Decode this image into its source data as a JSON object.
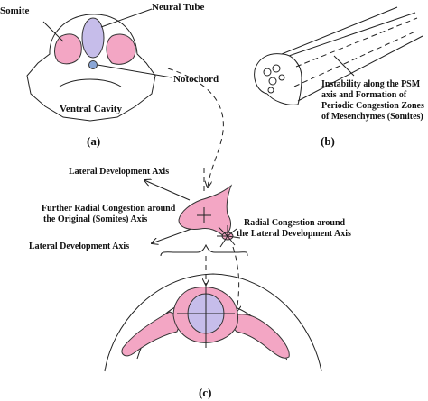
{
  "colors": {
    "somite_pink": "#f3a6c4",
    "neural_tube_lavender": "#c6bdea",
    "notochord_blue": "#8aa6d6",
    "ink": "#222222"
  },
  "panel_a": {
    "somite": "Somite",
    "neural_tube": "Neural Tube",
    "notochord": "Notochord",
    "ventral_cavity": "Ventral Cavity",
    "caption": "(a)"
  },
  "panel_b": {
    "note_line1": "Instability along the PSM",
    "note_line2": "axis and Formation of",
    "note_line3": "Periodic Congestion Zones",
    "note_line4": "of Mesenchymes (Somites)",
    "caption": "(b)"
  },
  "panel_c": {
    "lateral_axis_top": "Lateral Development Axis",
    "further_line1": "Further Radial Congestion around",
    "further_line2": "the Original (Somites) Axis",
    "radial_line1": "Radial Congestion around",
    "radial_line2": "the Lateral Development Axis",
    "lateral_axis_bottom": "Lateral Development Axis",
    "caption": "(c)"
  }
}
